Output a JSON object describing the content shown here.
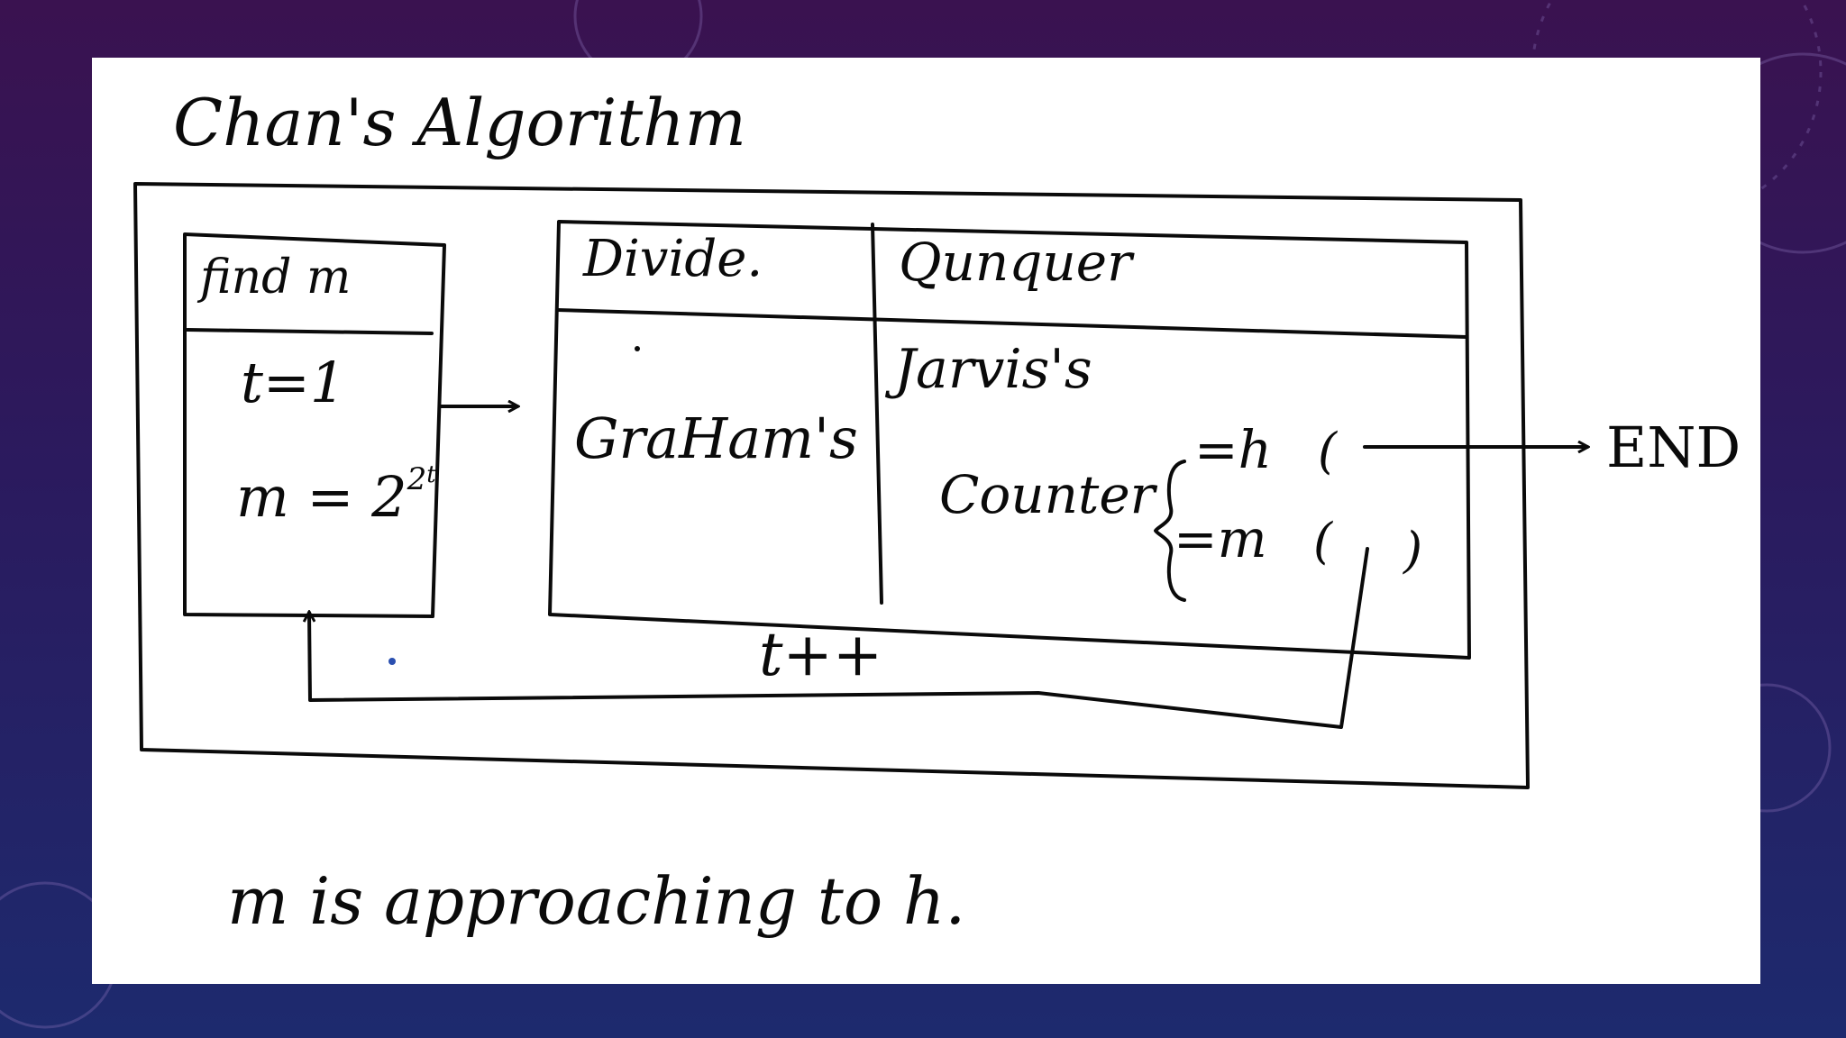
{
  "title": "Chan's Algorithm",
  "find_box": {
    "header": "find m",
    "line1": "t=1",
    "line2_base": "m = 2",
    "line2_exp": "2",
    "line2_exp2": "t"
  },
  "divide": {
    "header": "Divide.",
    "body": "GraHam's"
  },
  "conquer": {
    "header": "Qunquer",
    "body1": "Jarvis's",
    "counter": "Counter",
    "case1": "=h",
    "case2": "=m",
    "paren1": "(",
    "paren2a": "(",
    "paren2b": ")"
  },
  "end_label": "END",
  "loop_label": "t++",
  "footer": "m is approaching to h.",
  "colors": {
    "ink": "#0a0a0a",
    "board": "#ffffff",
    "dot": "#2a4fb0"
  }
}
